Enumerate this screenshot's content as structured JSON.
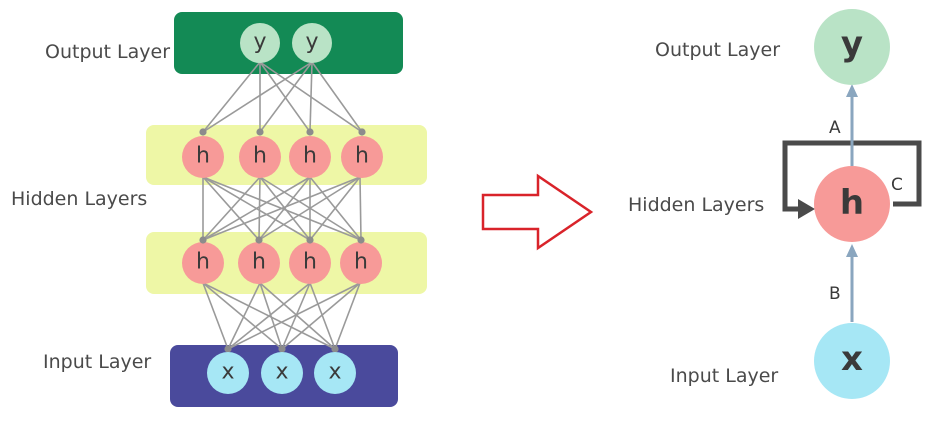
{
  "left_network": {
    "output_layer_label": "Output Layer",
    "hidden_layers_label": "Hidden Layers",
    "input_layer_label": "Input Layer",
    "output_nodes": [
      "y",
      "y"
    ],
    "hidden_layer_1_nodes": [
      "h",
      "h",
      "h",
      "h"
    ],
    "hidden_layer_2_nodes": [
      "h",
      "h",
      "h",
      "h"
    ],
    "input_nodes": [
      "x",
      "x",
      "x"
    ]
  },
  "right_network": {
    "output_layer_label": "Output Layer",
    "hidden_layers_label": "Hidden Layers",
    "input_layer_label": "Input Layer",
    "output_node": "y",
    "hidden_node": "h",
    "input_node": "x",
    "edge_a_label": "A",
    "edge_b_label": "B",
    "loop_c_label": "C"
  },
  "colors": {
    "output_band": "#138a55",
    "hidden_band": "#eef7a6",
    "input_band": "#4a4a9c",
    "output_node": "#b9e3c6",
    "hidden_node": "#f79a98",
    "input_node": "#a6e7f5",
    "connection": "#9a9a9a",
    "transform_arrow": "#d9232a",
    "rnn_arrow": "#8aa6bf",
    "loop": "#4a4a4a"
  }
}
